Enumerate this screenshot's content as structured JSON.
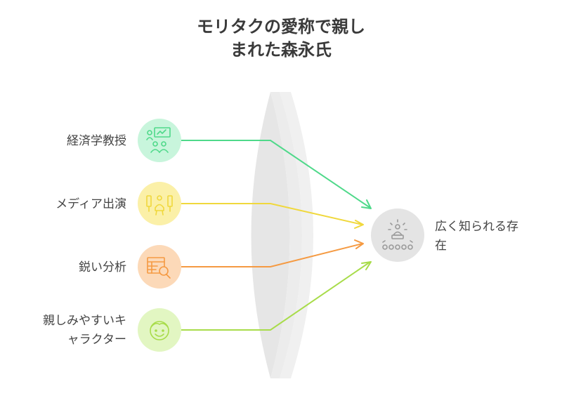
{
  "title": {
    "line1": "モリタクの愛称で親し",
    "line2": "まれた森永氏"
  },
  "inputs": [
    {
      "label_lines": [
        "経済学教授"
      ],
      "icon": "teaching-icon",
      "color": "#4fd98a",
      "bg": "#c8f5dc"
    },
    {
      "label_lines": [
        "メディア出演"
      ],
      "icon": "media-appearance-icon",
      "color": "#f0d83c",
      "bg": "#fbf0a8"
    },
    {
      "label_lines": [
        "鋭い分析"
      ],
      "icon": "analysis-icon",
      "color": "#f59a42",
      "bg": "#fcd9b8"
    },
    {
      "label_lines": [
        "親しみやすいキ",
        "ャラクター"
      ],
      "icon": "smiling-face-icon",
      "color": "#a8dc4a",
      "bg": "#e2f6c2"
    }
  ],
  "output": {
    "label_lines": [
      "広く知られる存",
      "在"
    ],
    "icon": "audience-speaker-icon",
    "color": "#9a9a9a",
    "bg": "#e4e4e4"
  }
}
